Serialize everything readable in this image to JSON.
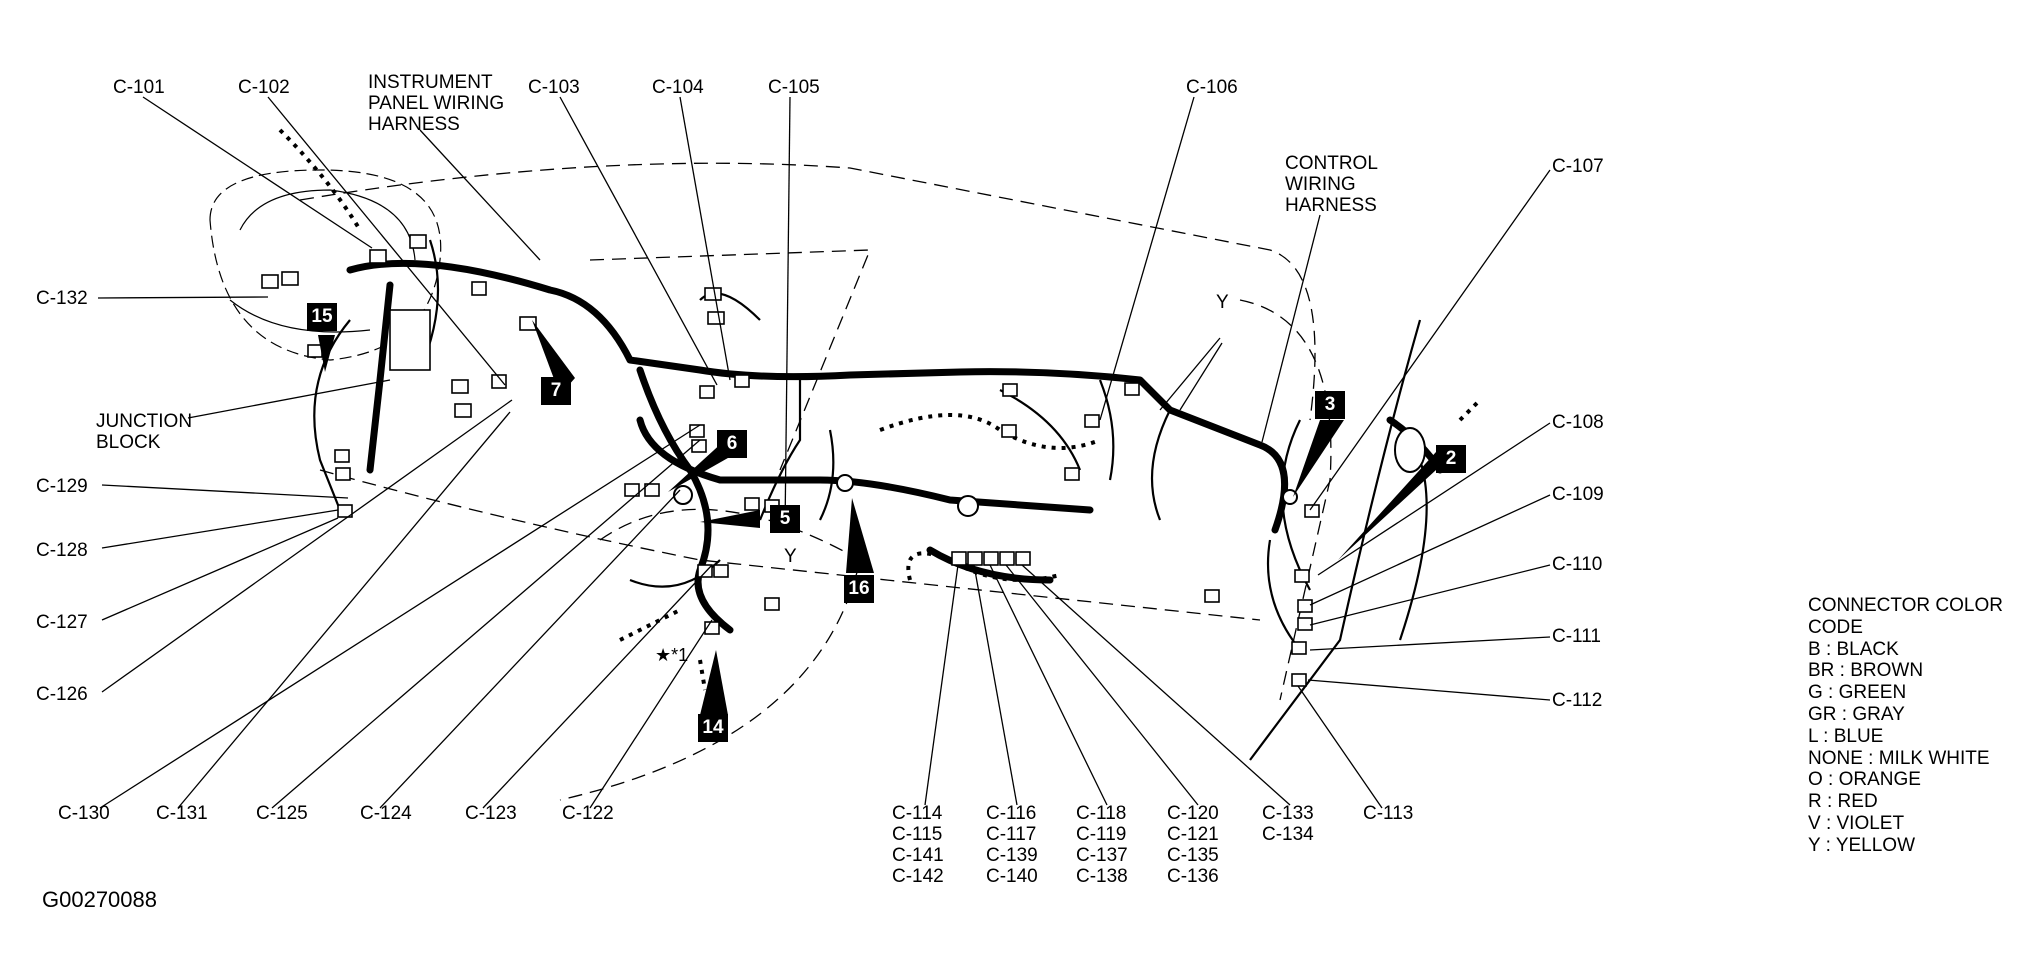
{
  "figure_id": "G00270088",
  "harness_labels": {
    "instrument_panel": "INSTRUMENT\nPANEL WIRING\nHARNESS",
    "control": "CONTROL\nWIRING\nHARNESS",
    "junction_block": "JUNCTION\nBLOCK"
  },
  "connectors_top": [
    "C-101",
    "C-102",
    "C-103",
    "C-104",
    "C-105",
    "C-106",
    "C-107"
  ],
  "connectors_left": [
    "C-132",
    "C-129",
    "C-128",
    "C-127",
    "C-126"
  ],
  "connectors_right": [
    "C-108",
    "C-109",
    "C-110",
    "C-111",
    "C-112"
  ],
  "connectors_bottom": [
    "C-130",
    "C-131",
    "C-125",
    "C-124",
    "C-123",
    "C-122",
    "C-113"
  ],
  "connector_groups": [
    [
      "C-114",
      "C-115",
      "C-141",
      "C-142"
    ],
    [
      "C-116",
      "C-117",
      "C-139",
      "C-140"
    ],
    [
      "C-118",
      "C-119",
      "C-137",
      "C-138"
    ],
    [
      "C-120",
      "C-121",
      "C-135",
      "C-136"
    ],
    [
      "C-133",
      "C-134"
    ]
  ],
  "location_tags": [
    "15",
    "7",
    "6",
    "5",
    "16",
    "14",
    "3",
    "2"
  ],
  "wire_color_mark": "Y",
  "footnote_mark": "★*1",
  "color_code": {
    "title": [
      "CONNECTOR COLOR",
      "CODE"
    ],
    "entries": [
      "B : BLACK",
      "BR : BROWN",
      "G : GREEN",
      "GR : GRAY",
      "L : BLUE",
      "NONE : MILK WHITE",
      "O : ORANGE",
      "R : RED",
      "V : VIOLET",
      "Y : YELLOW"
    ]
  }
}
